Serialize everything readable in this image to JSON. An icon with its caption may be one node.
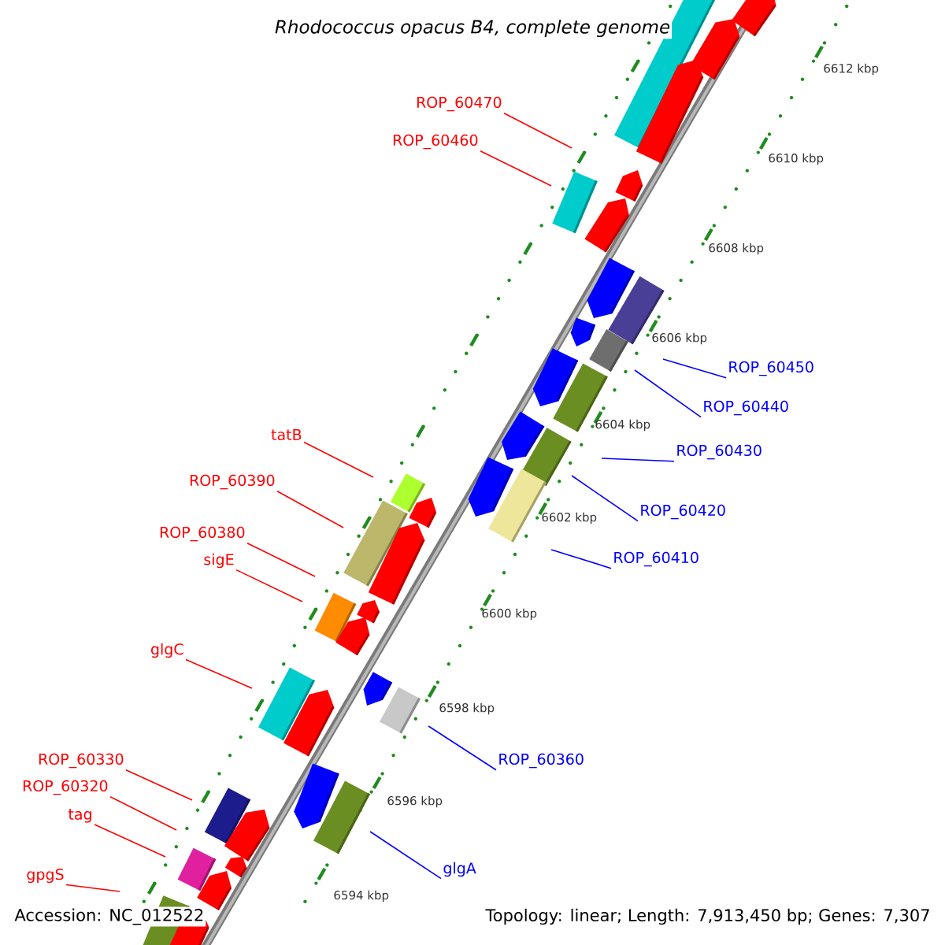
{
  "diagram": {
    "title": "Rhodococcus opacus B4, complete genome",
    "nodes": [
      {
        "text": [
          "ROP_60470"
        ]
      },
      {
        "text": [
          "ROP_60460"
        ]
      },
      {
        "text": [
          "ROP_60450"
        ]
      },
      {
        "text": [
          "ROP_60440"
        ]
      },
      {
        "text": [
          "ROP_60430"
        ]
      },
      {
        "text": [
          "ROP_60420"
        ]
      },
      {
        "text": [
          "ROP_60410"
        ]
      },
      {
        "text": [
          "tatB"
        ]
      },
      {
        "text": [
          "ROP_60390"
        ]
      },
      {
        "text": [
          "ROP_60380"
        ]
      },
      {
        "text": [
          "sigE"
        ]
      },
      {
        "text": [
          "glgC"
        ]
      },
      {
        "text": [
          "ROP_60360"
        ]
      },
      {
        "text": [
          "ROP_60330"
        ]
      },
      {
        "text": [
          "ROP_60320"
        ]
      },
      {
        "text": [
          "tag"
        ]
      },
      {
        "text": [
          "glgA"
        ]
      },
      {
        "text": [
          "gpgS"
        ]
      }
    ],
    "edges": [
      {
        "from": 0,
        "to": null,
        "arrow": "none",
        "color": "#ff0000"
      },
      {
        "from": 1,
        "to": null,
        "arrow": "none",
        "color": "#ff0000"
      },
      {
        "from": 2,
        "to": null,
        "arrow": "none",
        "color": "#0000ff"
      },
      {
        "from": 3,
        "to": null,
        "arrow": "none",
        "color": "#0000ff"
      },
      {
        "from": 4,
        "to": null,
        "arrow": "none",
        "color": "#0000ff"
      },
      {
        "from": 5,
        "to": null,
        "arrow": "none",
        "color": "#0000ff"
      },
      {
        "from": 6,
        "to": null,
        "arrow": "none",
        "color": "#0000ff"
      },
      {
        "from": 7,
        "to": null,
        "arrow": "none",
        "color": "#ff0000"
      },
      {
        "from": 8,
        "to": null,
        "arrow": "none",
        "color": "#ff0000"
      },
      {
        "from": 9,
        "to": null,
        "arrow": "none",
        "color": "#ff0000"
      },
      {
        "from": 10,
        "to": null,
        "arrow": "none",
        "color": "#ff0000"
      },
      {
        "from": 11,
        "to": null,
        "arrow": "none",
        "color": "#ff0000"
      },
      {
        "from": 12,
        "to": null,
        "arrow": "none",
        "color": "#0000ff"
      },
      {
        "from": 13,
        "to": null,
        "arrow": "none",
        "color": "#ff0000"
      },
      {
        "from": 14,
        "to": null,
        "arrow": "none",
        "color": "#ff0000"
      },
      {
        "from": 15,
        "to": null,
        "arrow": "none",
        "color": "#ff0000"
      },
      {
        "from": 16,
        "to": null,
        "arrow": "none",
        "color": "#0000ff"
      },
      {
        "from": 17,
        "to": null,
        "arrow": "none",
        "color": "#ff0000"
      }
    ],
    "labels": [
      "6612 kbp",
      "6610 kbp",
      "6608 kbp",
      "6606 kbp",
      "6604 kbp",
      "6602 kbp",
      "6600 kbp",
      "6598 kbp",
      "6596 kbp",
      "6594 kbp",
      "Accession: NC_012522",
      "Topology: linear; Length: 7,913,450 bp; Genes: 7,307"
    ]
  }
}
